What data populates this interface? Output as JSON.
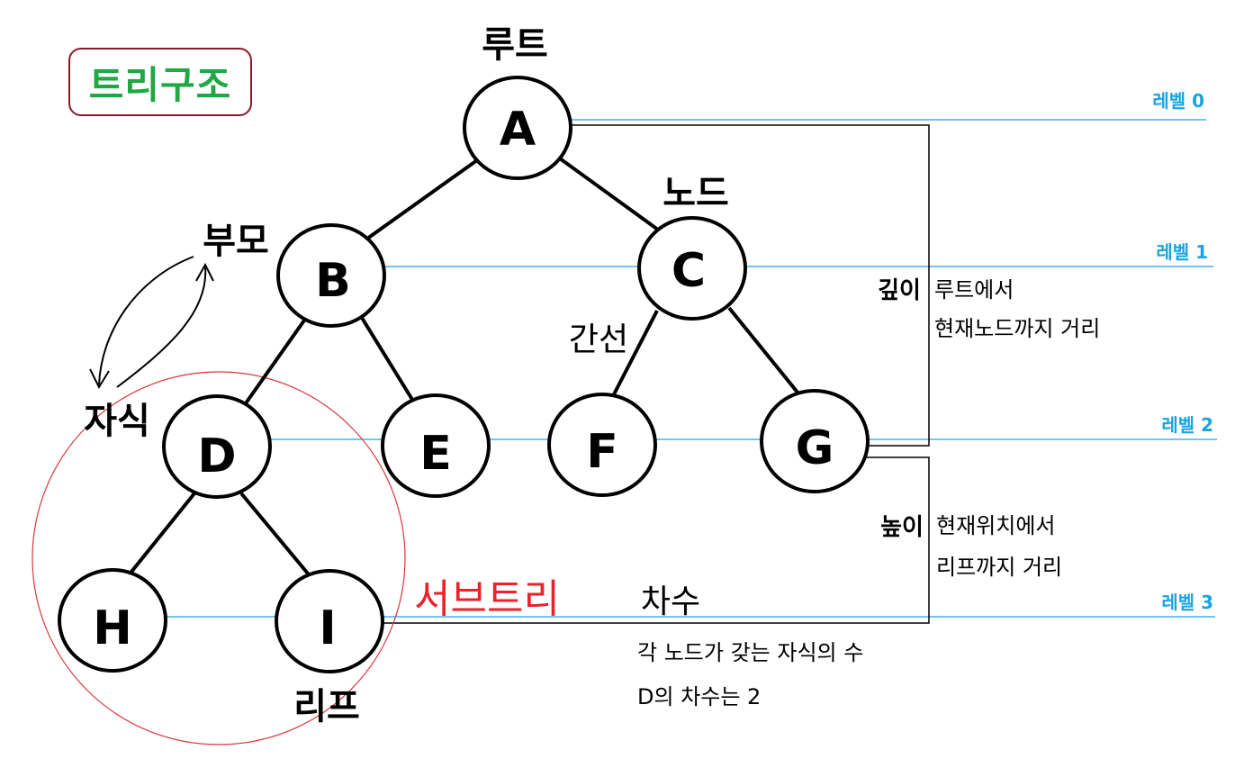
{
  "title": "트리구조",
  "nodes": [
    "A",
    "B",
    "C",
    "D",
    "E",
    "F",
    "G",
    "H",
    "I"
  ],
  "terms": {
    "root": "루트",
    "node": "노드",
    "parent": "부모",
    "child": "자식",
    "edge": "간선",
    "leaf": "리프",
    "subtree": "서브트리"
  },
  "levels": [
    "레벨 0",
    "레벨 1",
    "레벨 2",
    "레벨 3"
  ],
  "depth": {
    "label": "깊이",
    "desc_line1": "루트에서",
    "desc_line2": "현재노드까지 거리"
  },
  "height": {
    "label": "높이",
    "desc_line1": "현재위치에서",
    "desc_line2": "리프까지 거리"
  },
  "degree": {
    "label": "차수",
    "desc_line1": "각 노드가 갖는 자식의 수",
    "desc_line2": "D의 차수는 2"
  },
  "colors": {
    "title_text": "#1fa843",
    "title_border": "#8b1a2b",
    "level_color": "#1aa3e0",
    "subtree_color": "#e8232b",
    "subtree_circle": "#d9363e"
  }
}
